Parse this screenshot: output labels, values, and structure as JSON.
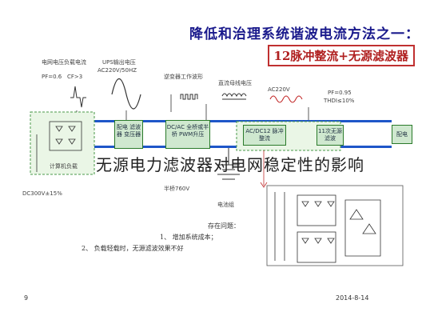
{
  "slide": {
    "title_line1": "降低和治理系统谐波电流方法之一：",
    "title_line2": "12脉冲整流+无源滤波器"
  },
  "labels": {
    "load_current": "负载电流",
    "load_cf": "CF>3",
    "grid_voltage": "电网电压",
    "grid_pf": "PF=0.6",
    "ups_output_1": "UPS输出电压",
    "ups_output_2": "AC220V/50HZ",
    "inverter_wave": "逆变器工作波形",
    "dc_wave": "直流母线电压",
    "ac_input": "AC220V",
    "pf_out": "PF=0.95",
    "thdi_out": "THDI≤10%",
    "computer_load": "计算机负载",
    "dc_bus_voltage": "DC300V±15%",
    "half_bridge": "半桥760V",
    "battery": "电池组"
  },
  "blocks": {
    "filter": "配电 滤波器 变压器",
    "dcac": "DC/AC 全桥或半桥 PWM升压",
    "rectifier": "AC/DC12 脉冲整流",
    "sibang": "11次无源 滤波",
    "distribution": "配电"
  },
  "notes": {
    "heading": "存在问题：",
    "item1": "1、 增加系统成本；",
    "item2": "2、 负载轻载时，无源滤波效果不好"
  },
  "footer": {
    "page": "9",
    "date": "2014-8-14"
  },
  "caption": "无源电力滤波器对电网稳定性的影响",
  "colors": {
    "title": "#1a1a8c",
    "title2": "#b02020",
    "rail": "#1e56c8",
    "block_fill": "#cfe8cf"
  }
}
